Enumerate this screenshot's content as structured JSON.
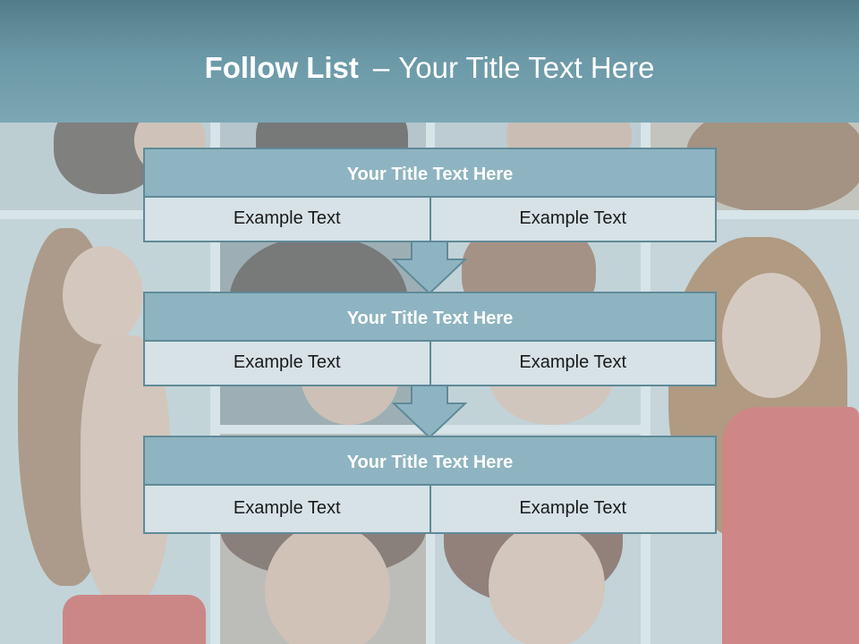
{
  "header": {
    "title_bold": "Follow List",
    "title_dash": "–",
    "title_rest": "Your Title Text Here"
  },
  "blocks": [
    {
      "title": "Your Title Text Here",
      "left": "Example Text",
      "right": "Example Text"
    },
    {
      "title": "Your Title Text Here",
      "left": "Example Text",
      "right": "Example Text"
    },
    {
      "title": "Your Title Text Here",
      "left": "Example Text",
      "right": "Example Text"
    }
  ],
  "colors": {
    "header": "#6b98a6",
    "block_title": "#8fb4c1",
    "block_cell": "#d6e2e6",
    "border": "#5f8a98",
    "arrow_fill": "#8fb4c1"
  }
}
